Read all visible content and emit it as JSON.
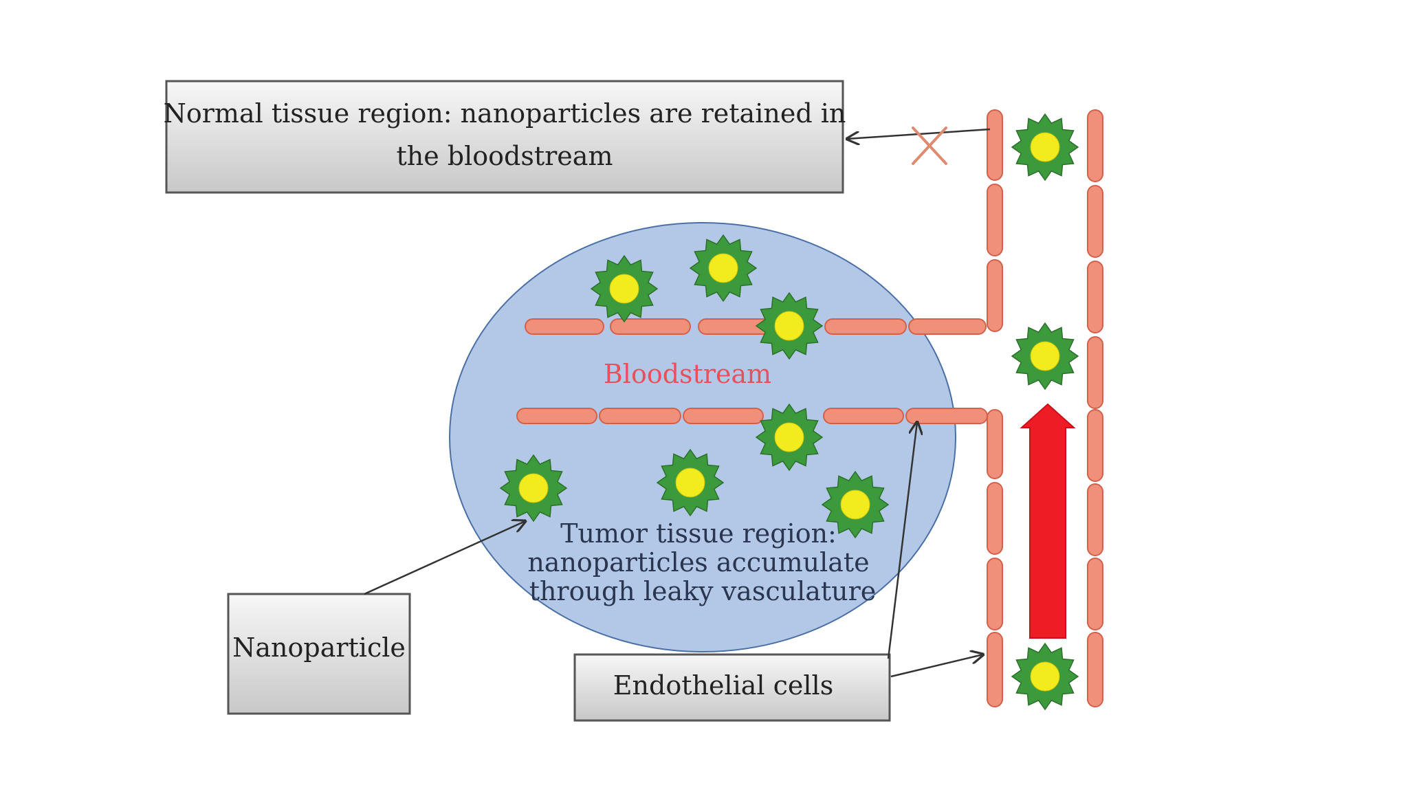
{
  "labels": {
    "normal_tissue_line1": "Normal tissue region: nanoparticles are retained in",
    "normal_tissue_line2": "the bloodstream",
    "bloodstream": "Bloodstream",
    "tumor_line1": "Tumor tissue region:",
    "tumor_line2": "nanoparticles accumulate",
    "tumor_line3": "through leaky vasculature",
    "nanoparticle": "Nanoparticle",
    "endothelial": "Endothelial cells"
  },
  "colors": {
    "endothelial_fill": "#f0907a",
    "endothelial_stroke": "#d2604a",
    "tumor_fill": "#b3c8e6",
    "tumor_stroke": "#4a6fa5",
    "nanoparticle_shell": "#3c9a3c",
    "nanoparticle_core": "#f2ec1e",
    "flow_arrow": "#ee1c24",
    "bloodstream_text": "#e8505b",
    "label_text": "#2a3550",
    "blocked_mark": "#e08a70"
  },
  "icons": {
    "nanoparticle": "star-burst-nanoparticle-icon",
    "blocked": "x-cross-icon",
    "flow": "up-arrow-icon"
  }
}
